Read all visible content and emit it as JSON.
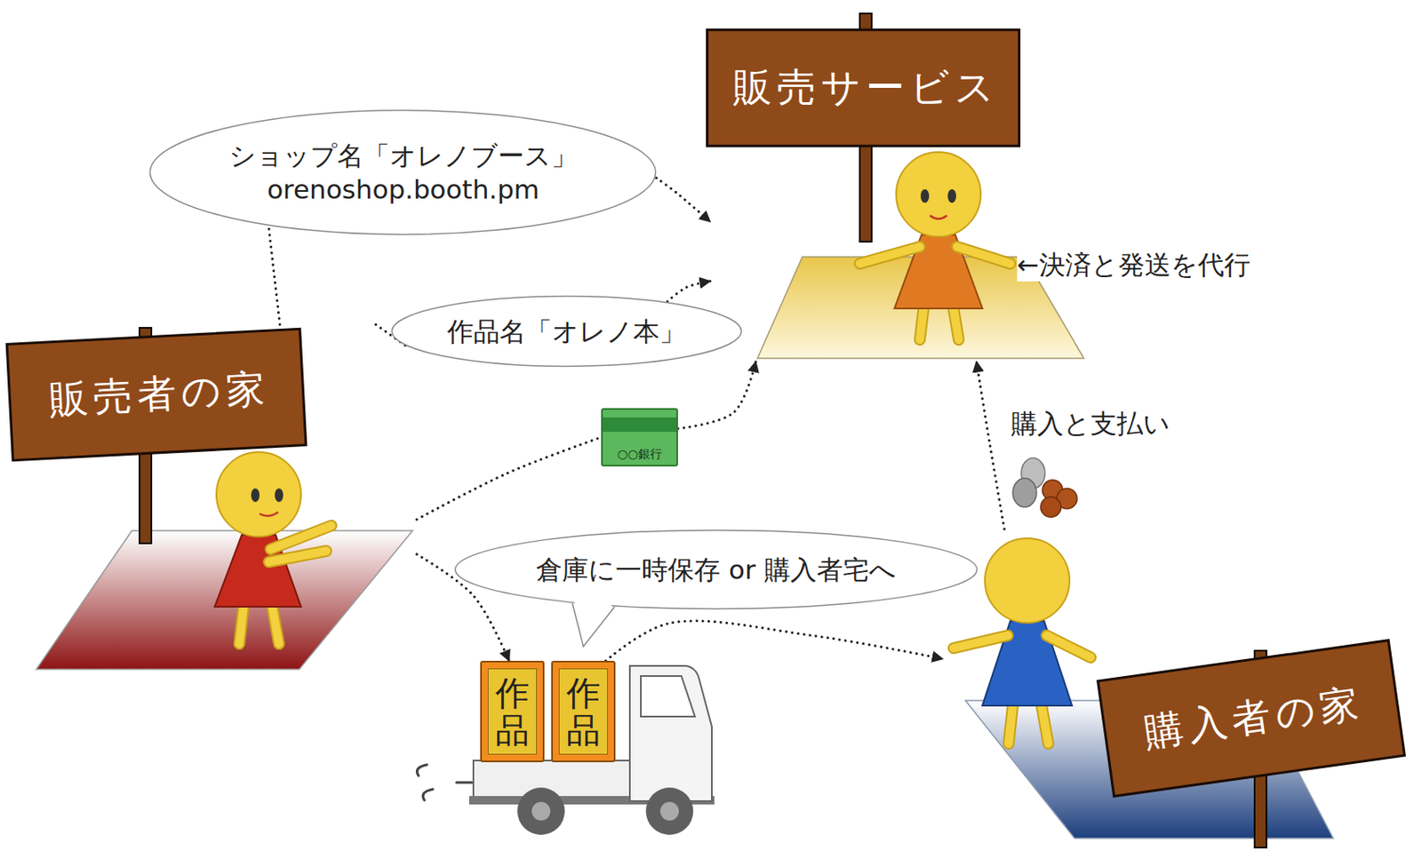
{
  "diagram": {
    "nodes": [
      {
        "text": [
          "販売サービス"
        ]
      },
      {
        "text": [
          "ショップ名「オレノブース」",
          "orenoshop.booth.pm"
        ]
      },
      {
        "text": [
          "作品名「オレノ本」"
        ]
      },
      {
        "text": [
          "販売者の家"
        ]
      },
      {
        "text": [
          "○○銀行"
        ]
      },
      {
        "text": [
          "倉庫に一時保存 or 購入者宅へ"
        ]
      },
      {
        "text": [
          "作品"
        ]
      },
      {
        "text": [
          "作品"
        ]
      },
      {
        "text": [
          "購入者の家"
        ]
      }
    ],
    "edges": [
      {
        "from": 3,
        "to": 1,
        "arrow": "none"
      },
      {
        "from": 1,
        "to": 0,
        "arrow": "to"
      },
      {
        "from": 3,
        "to": 2,
        "arrow": "none"
      },
      {
        "from": 2,
        "to": 0,
        "arrow": "to"
      },
      {
        "from": 3,
        "to": 4,
        "arrow": "none"
      },
      {
        "from": 4,
        "to": 0,
        "arrow": "to"
      },
      {
        "from": 3,
        "to": 6,
        "arrow": "to"
      },
      {
        "from": 7,
        "to": 8,
        "arrow": "to"
      },
      {
        "from": 8,
        "to": 0,
        "arrow": "to",
        "label": "購入と支払い"
      }
    ],
    "labels": [
      "←決済と発送を代行"
    ]
  }
}
